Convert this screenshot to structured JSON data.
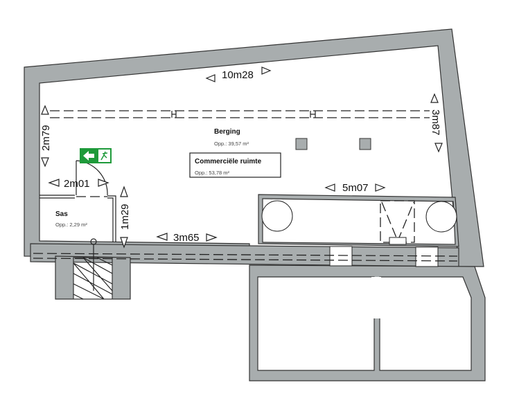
{
  "rooms": {
    "berging": {
      "name": "Berging",
      "area": "Opp.: 39,57 m²"
    },
    "commercial": {
      "name": "Commerciële ruimte",
      "area": "Opp.: 53,78 m²"
    },
    "sas": {
      "name": "Sas",
      "area": "Opp.: 2,29 m²"
    }
  },
  "dimensions": {
    "top": "10m28",
    "left": "2m79",
    "right": "3m87",
    "sas_width": "2m01",
    "sas_depth": "1m29",
    "bottom_left": "3m65",
    "bottom_right": "5m07"
  },
  "colors": {
    "wall": "#a8adae",
    "exit_sign": "#1e9a3a"
  }
}
